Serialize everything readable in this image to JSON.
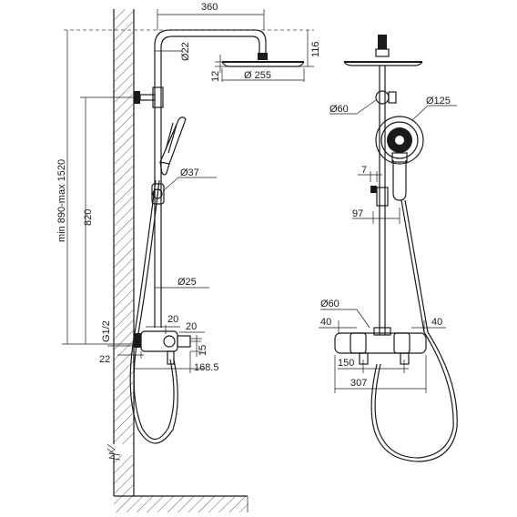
{
  "labels": {
    "top_width": "360",
    "top_drop": "116",
    "pipe_diameter": "Ø22",
    "head_thickness": "12",
    "head_diameter": "Ø 255",
    "holder_diameter": "Ø37",
    "rail_height": "820",
    "total_height": "min 890-max 1520",
    "rod_diameter": "Ø25",
    "thread": "G1/2",
    "outlet_width": "20",
    "outlet_height": "20",
    "valve_gap": "15",
    "wall_offset": "22",
    "projection": "168.5",
    "bracket_diameter": "Ø60",
    "hand_shower_diameter": "Ø125",
    "holder_gap": "7",
    "holder_offset": "97",
    "valve_knob_diameter": "Ø60",
    "left_knob_width": "40",
    "right_knob_width": "40",
    "inlet_spacing": "150",
    "valve_length": "307"
  }
}
